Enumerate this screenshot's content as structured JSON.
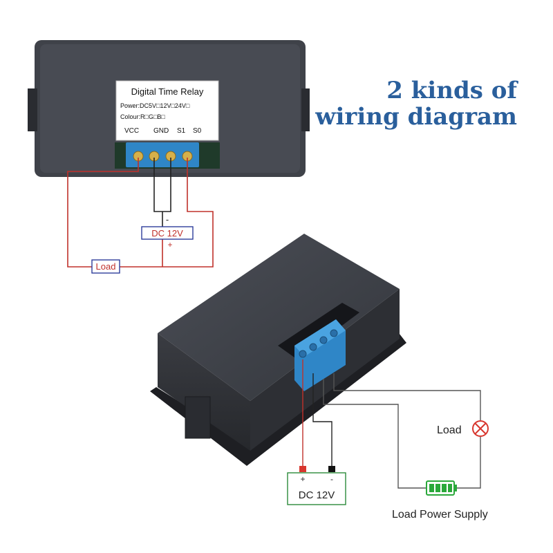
{
  "headline": {
    "line1": "2 kinds of",
    "line2": "wiring diagram"
  },
  "relay_label": {
    "title": "Digital Time Relay",
    "power_line": "Power:DC5V□12V□24V□",
    "colour_line": "Colour:R□G□B□",
    "terminals": [
      "VCC",
      "GND",
      "S1",
      "S0"
    ]
  },
  "diagram1": {
    "supply_label": "DC 12V",
    "minus": "-",
    "plus": "+",
    "load_label": "Load"
  },
  "diagram2": {
    "supply_label": "DC 12V",
    "plus": "+",
    "minus": "-",
    "load_label": "Load",
    "load_supply_label": "Load Power Supply"
  },
  "colors": {
    "headline": "#2a5f9c",
    "device": "#3a3d44",
    "terminal": "#2f86c7",
    "wire_red": "#c0302a",
    "wire_black": "#222222",
    "wire_gray": "#555555",
    "battery": "#2aa83a",
    "lamp": "#d8362e",
    "label_blue": "#2d3d9b",
    "label_green": "#2a8a3a"
  },
  "icons": [
    "bulb-icon",
    "battery-icon"
  ]
}
